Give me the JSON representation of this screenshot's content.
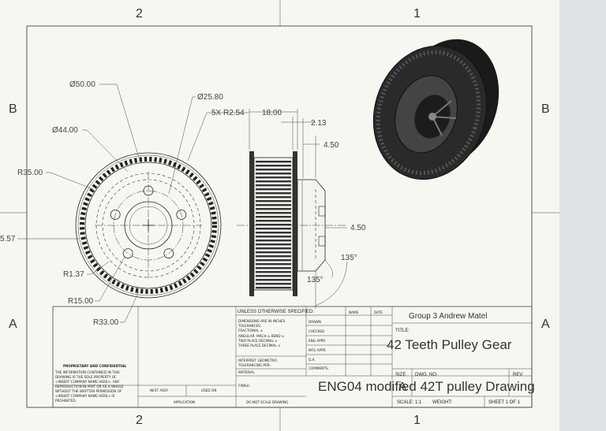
{
  "zones": {
    "top_left": "2",
    "top_right": "1",
    "bottom_left": "2",
    "bottom_right": "1",
    "left_upper": "B",
    "left_lower": "A",
    "right_upper": "B",
    "right_lower": "A"
  },
  "dimensions": {
    "d50": "Ø50.00",
    "d25_8": "Ø25.80",
    "holes": "5X R2.54",
    "d44": "Ø44.00",
    "r35": "R35.00",
    "left_cut": "5.57",
    "r1_37": "R1.37",
    "r15": "R15.00",
    "r33": "R33.00",
    "w18": "18.00",
    "w2_13": "2.13",
    "w4_50_top": "4.50",
    "w4_50_mid": "4.50",
    "ang135_a": "135°",
    "ang135_b": "135°"
  },
  "title_block": {
    "unless_header": "UNLESS OTHERWISE SPECIFIED:",
    "dims_note": [
      "DIMENSIONS ARE IN INCHES",
      "TOLERANCES:",
      "FRACTIONAL ±",
      "ANGULAR: MACH ±  BEND ±",
      "TWO PLACE DECIMAL  ±",
      "THREE PLACE DECIMAL  ±"
    ],
    "interpret": [
      "INTERPRET GEOMETRIC",
      "TOLERANCING PER:"
    ],
    "material": "MATERIAL",
    "finish": "FINISH",
    "name_col": "NAME",
    "date_col": "DATE",
    "rows": [
      "DRAWN",
      "CHECKED",
      "ENG APPR.",
      "MFG APPR.",
      "Q.A.",
      "COMMENTS:"
    ],
    "company": "Group 3 Andrew Matel",
    "title_label": "TITLE:",
    "title": "42 Teeth Pulley Gear",
    "size_label": "SIZE",
    "size_value": "A",
    "dwg_label": "DWG. NO.",
    "dwg_value": "ENG04 modified 42T pulley Drawing",
    "rev_label": "REV",
    "scale": "SCALE: 1:1",
    "weight": "WEIGHT:",
    "sheet": "SHEET 1 OF 1",
    "next_assy": "NEXT ASSY",
    "used_on": "USED ON",
    "application": "APPLICATION",
    "do_not_scale": "DO NOT SCALE DRAWING",
    "prop_header": "PROPRIETARY AND CONFIDENTIAL",
    "prop_body": [
      "THE INFORMATION CONTAINED IN THIS",
      "DRAWING IS THE SOLE PROPERTY OF",
      "<INSERT COMPANY NAME HERE>. ANY",
      "REPRODUCTION IN PART OR AS A WHOLE",
      "WITHOUT THE WRITTEN PERMISSION OF",
      "<INSERT COMPANY NAME HERE> IS",
      "PROHIBITED."
    ]
  }
}
